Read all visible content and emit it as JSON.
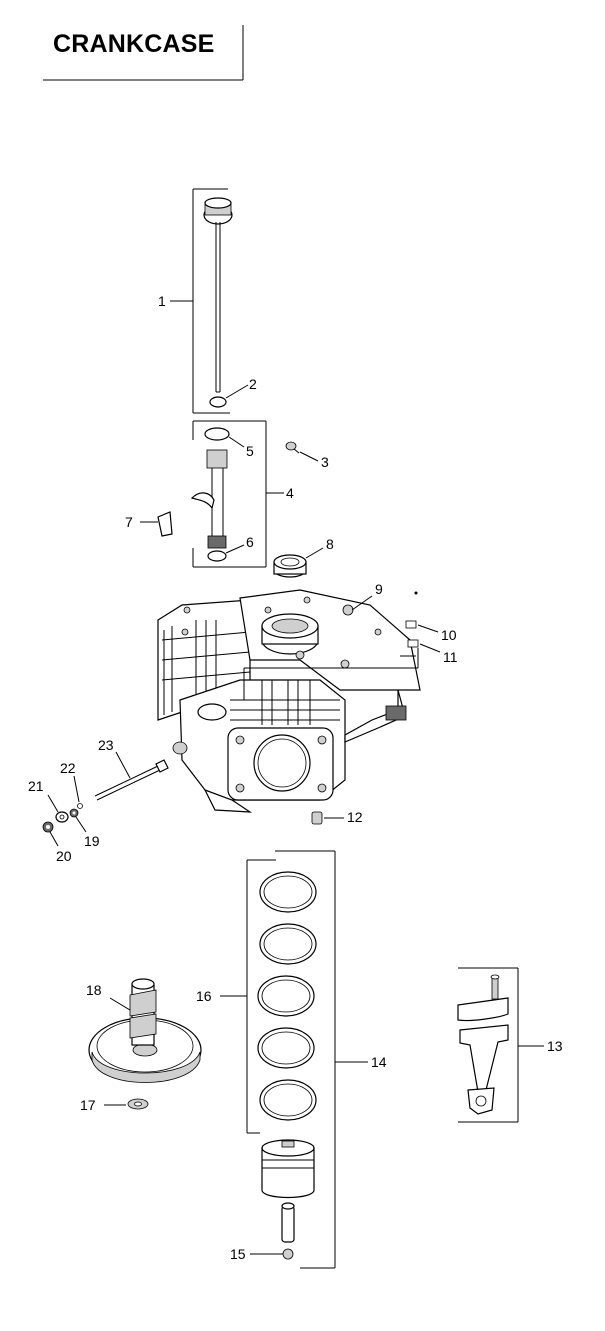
{
  "title": "CRANKCASE",
  "callouts": {
    "c1": "1",
    "c2": "2",
    "c3": "3",
    "c4": "4",
    "c5": "5",
    "c6": "6",
    "c7": "7",
    "c8": "8",
    "c9": "9",
    "c10": "10",
    "c11": "11",
    "c12": "12",
    "c13": "13",
    "c14": "14",
    "c15": "15",
    "c16": "16",
    "c17": "17",
    "c18": "18",
    "c19": "19",
    "c20": "20",
    "c21": "21",
    "c22": "22",
    "c23": "23"
  }
}
